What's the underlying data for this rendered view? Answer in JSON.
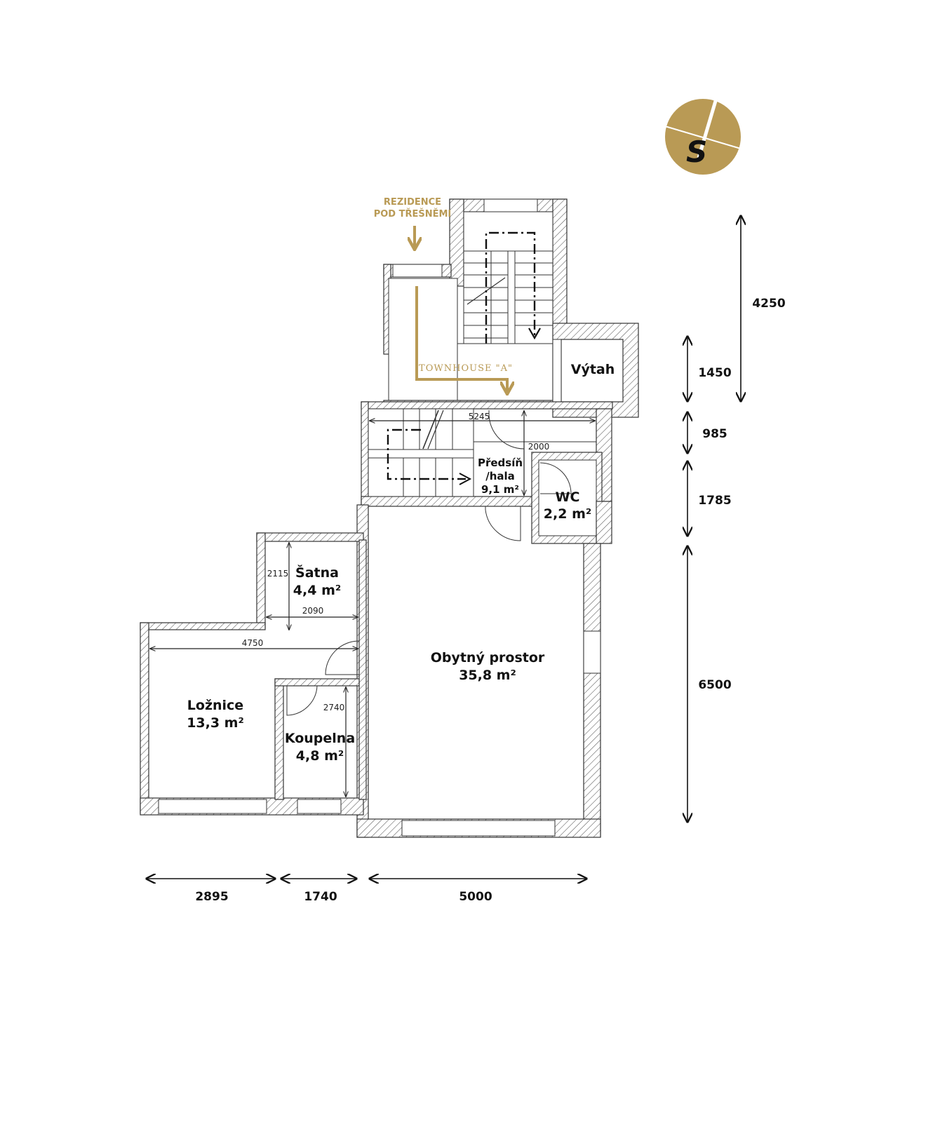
{
  "logo": {
    "letter": "S",
    "color": "#b99a55"
  },
  "entrance": {
    "label_line1": "REZIDENCE",
    "label_line2": "POD TŘEŠNĚMI",
    "townhouse": "TOWNHOUSE \"A\"",
    "color": "#b99a55"
  },
  "rooms": {
    "vytah": {
      "name": "Výtah"
    },
    "predsin": {
      "name_line1": "Předsíň",
      "name_line2": "/hala",
      "area": "9,1 m²"
    },
    "wc": {
      "name": "WC",
      "area": "2,2 m²"
    },
    "satna": {
      "name": "Šatna",
      "area": "4,4 m²"
    },
    "obytny": {
      "name": "Obytný prostor",
      "area": "35,8 m²"
    },
    "loznice": {
      "name": "Ložnice",
      "area": "13,3 m²"
    },
    "koupelna": {
      "name": "Koupelna",
      "area": "4,8 m²"
    }
  },
  "inner_dimensions": {
    "hall_width": "5245",
    "hall_depth": "2000",
    "satna_height": "2115",
    "satna_width": "2090",
    "bedroom_width": "4750",
    "bath_height": "2740"
  },
  "outer_dimensions": {
    "right": [
      "4250",
      "1450",
      "985",
      "1785",
      "6500"
    ],
    "bottom": [
      "2895",
      "1740",
      "5000"
    ]
  }
}
